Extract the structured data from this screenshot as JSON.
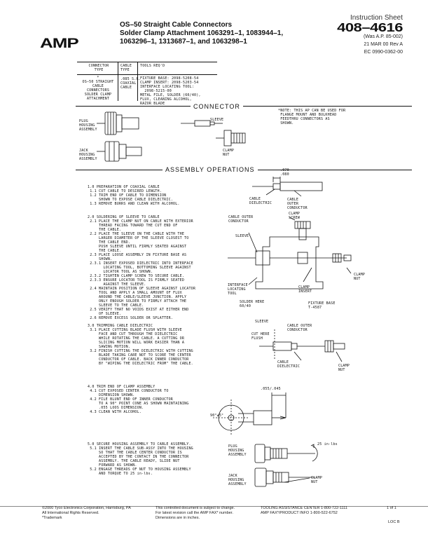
{
  "header": {
    "logo": "AMP",
    "title_line1": "OS–50 Straight Cable Connectors",
    "title_line2": "Solder Clamp Attachment 1063291–1, 1083944–1,",
    "title_line3": "1063296–1, 1313687–1, and 1063298–1",
    "sheet_label": "Instruction Sheet",
    "sheet_number": "408–4616",
    "meta_line1": "(Was A.P. 85-002)",
    "meta_line2": "21 MAR 00   Rev A",
    "meta_line3": "EC 0990-0362-00"
  },
  "table": {
    "col1_header": "CONNECTOR\nTYPE",
    "col2_header": "CABLE\nTYPE",
    "col3_header": "TOOLS REQ'D",
    "col1_text": "*\nOS–50 STRAIGHT\nCABLE\nCONNECTORS\nSOLDER CLAMP\nATTACHMENT",
    "col2_text": ".085 S.R.\nCOAXIAL\nCABLE",
    "col3_text": "FIXTURE BASE: 2098-5208-54\nCLAMP INSERT: 2098-5203-54\nINTERFACE LOCATING TOOL:\n  2098-5215-00\nMETAL FILE, SOLDER (60/40),\nFLUX, CLEANING ALCOHOL,\nRAZOR BLADE"
  },
  "connector": {
    "title": "CONNECTOR",
    "note": "*NOTE: THIS AP CAN BE USED FOR\n FLANGE MOUNT AND BULKHEAD\n FEEDTHRU CONNECTORS AS\n SHOWN.",
    "plug_label": "PLUG\nHOUSING\nASSEMBLY",
    "jack_label": "JACK\nHOUSING\nASSEMBLY",
    "sleeve_label": "SLEEVE",
    "clamp_nut_label": "CLAMP\nNUT"
  },
  "assembly": {
    "title": "ASSEMBLY OPERATIONS",
    "dim_label": ".070\n.080",
    "cable_dielectric": "CABLE\nDIELECTRIC",
    "cable_outer_conductor": "CABLE\nOUTER\nCONDUCTOR",
    "step1": "1.0 PREPARATION OF COAXIAL CABLE\n 1.1 CUT CABLE TO DESIRED LENGTH.\n 1.2 TRIM END OF CABLE TO DIMENSION\n     SHOWN TO EXPOSE CABLE DIELECTRIC.\n 1.3 REMOVE BURRS AND CLEAN WITH ALCOHOL.",
    "step2": "2.0 SOLDERING OF SLEEVE TO CABLE\n 2.1 PLACE THE CLAMP NUT ON CABLE WITH EXTERIOR\n     THREAD FACING TOWARD THE CUT END OF\n     THE CABLE.\n 2.2 PLACE THE SLEEVE ON THE CABLE WITH THE\n     LARGER DIAMETER OF THE SLEEVE CLOSEST TO\n     THE CABLE END.\n     PUSH SLEEVE UNTIL FIRMLY SEATED AGAINST\n     THE CABLE.\n 2.3 PLACE LOOSE ASSEMBLY IN FIXTURE BASE AS\n     SHOWN.\n 2.3.1 INSERT EXPOSED DIELECTRIC INTO INTERFACE\n       LOCATING TOOL, BOTTOMING SLEEVE AGAINST\n       LOCATOR TOOL AS SHOWN.\n 2.3.2 TIGHTEN CLAMP SCREW TO SECURE CABLE.\n 2.3.3 ENSURE LOCATOR TOOL IS FIRMLY SEATED\n       AGAINST THE SLEEVE.\n 2.4 MAINTAIN POSITION OF SLEEVE AGAINST LOCATOR\n     TOOL AND APPLY A SMALL AMOUNT OF FLUX\n     AROUND THE CABLE/SLEEVE JUNCTION. APPLY\n     ONLY ENOUGH SOLDER TO FIRMLY ATTACH THE\n     SLEEVE TO THE CABLE.\n 2.5 VERIFY THAT NO VOIDS EXIST AT EITHER END\n     OF SLEEVE.\n 2.6 REMOVE EXCESS SOLDER OR SPLATTER.",
    "step3": "3.0 TRIMMING CABLE DIELECTRIC\n 3.1 PLACE CUTTING BLADE FLUSH WITH SLEEVE\n     FACE AND CUT THROUGH THE DIELECTRIC\n     WHILE ROTATING THE CABLE. A CUTTING OR\n     SLICING MOTION WILL WORK EASIER THAN A\n     SAWING MOTION.\n 3.2 FINISH CUTTING THE DIELECTRIC WITH CUTTING\n     BLADE TAKING CARE NOT TO SCORE THE CENTER\n     CONDUCTOR OF CABLE. BACK INNER CONDUCTOR\n     BY \"WIPING THE DIELECTRIC FROM\" THE CABLE.",
    "step4": "4.0 TRIM END OF CLAMP ASSEMBLY\n 4.1 CUT EXPOSED CENTER CONDUCTOR TO\n     DIMENSION SHOWN.\n 4.2 FILE BLUNT END OF INNER CONDUCTOR\n     TO A 90° POINT CONE AS SHOWN MAINTAINING\n     .055 LOOS DIMENSION.\n 4.3 CLEAN WITH ALCOHOL.",
    "step5": "5.0 SECURE HOUSING ASSEMBLY TO CABLE ASSEMBLY.\n 5.1 INSERT THE CABLE SUB-ASSY INTO THE HOUSING\n     SO THAT THE CABLE CENTER CONDUCTOR IS\n     ACCEPTED BY THE CONTACT IN THE CONNECTOR\n     ASSEMBLY. THE CABLE READY, SLIDE NUT\n     FORWARD AS SHOWN.\n 5.2 ENGAGE THREADS OF NUT TO HOUSING ASSEMBLY\n     AND TORQUE TO 25 in-lbs.",
    "fig2_labels": {
      "cable_outer": "CABLE OUTER\nCONDUCTOR",
      "clamp_screw": "CLAMP\nSCREW",
      "sleeve": "SLEEVE",
      "clamp_nut": "CLAMP\nNUT",
      "clamp_insert": "CLAMP\nINSERT",
      "interface_tool": "INTERFACE\nLOCATING\nTOOL",
      "solder_here": "SOLDER HERE\n60/40",
      "fixture_base": "FIXTURE BASE\nT-4587"
    },
    "fig3_labels": {
      "sleeve": "SLEEVE",
      "cut_here": "CUT HERE\nFLUSH",
      "cable_outer": "CABLE OUTER\nCONDUCTOR",
      "cable_dielectric": "CABLE\nDIELECTRIC",
      "clamp_nut": "CLAMP\nNUT"
    },
    "fig4_labels": {
      "dim_top": ".055/.045",
      "angle": "90°±5°"
    },
    "fig5_labels": {
      "plug": "PLUG\nHOUSING\nASSEMBLY",
      "jack": "JACK\nHOUSING\nASSEMBLY",
      "torque": "25 in-lbs",
      "clamp_nut": "CLAMP\nNUT"
    }
  },
  "footer": {
    "copyright": "©2000 Tyco Electronics Corporation, Harrisburg, PA\nAll International Rights Reserved.\n*Trademark",
    "notice": "This controlled document is subject to change.\nFor latest revision call the AMP FAX* number.\nDimensions are in inches.",
    "contact": "TOOLING ASSISTANCE CENTER 1-800-722-1111\nAMP FAX*/PRODUCT INFO 1-800-522-6752",
    "page": "1 of 1",
    "loc": "LOC B"
  }
}
